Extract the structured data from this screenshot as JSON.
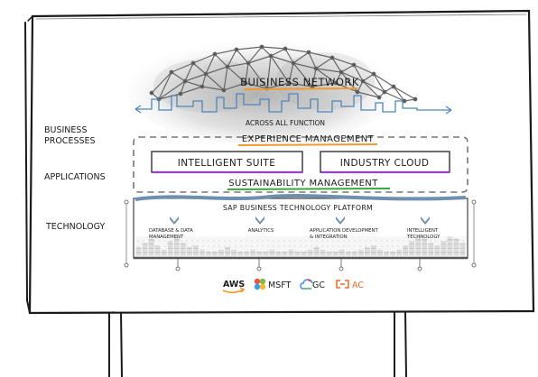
{
  "title": "BUISINESS NETWORK",
  "across_label": "ACROSS ALL FUNCTION",
  "left_labels": {
    "business_processes_1": "BUSINESS",
    "business_processes_2": "PROCESSES",
    "applications": "APPLICATIONS",
    "technology": "TECHNOLOGY"
  },
  "experience": "EXPERIENCE MANAGEMENT",
  "intelligent_suite": "INTELLIGENT SUITE",
  "industry_cloud": "INDUSTRY CLOUD",
  "sustainability": "SUSTAINABILITY MANAGEMENT",
  "platform_title": "SAP BUSINESS TECHNOLOGY PLATFORM",
  "pillars": {
    "p1_line1": "DATABASE &  DATA",
    "p1_line2": "MANAGEMENT",
    "p2_line1": "ANALYTICS",
    "p3_line1": "APPLICATION DEVELOPMENT",
    "p3_line2": "& INTEGRATION",
    "p4_line1": "INTELLIGENT",
    "p4_line2": "TECHNOLOGY"
  },
  "providers": {
    "aws": "AWS",
    "msft": "MSFT",
    "gc": "GC",
    "ac": "AC"
  },
  "colors": {
    "orange": "#f29a2e",
    "purple": "#9b3fc9",
    "green": "#3aa83a",
    "steel": "#6f8fae",
    "blue_line": "#4f86b8"
  }
}
